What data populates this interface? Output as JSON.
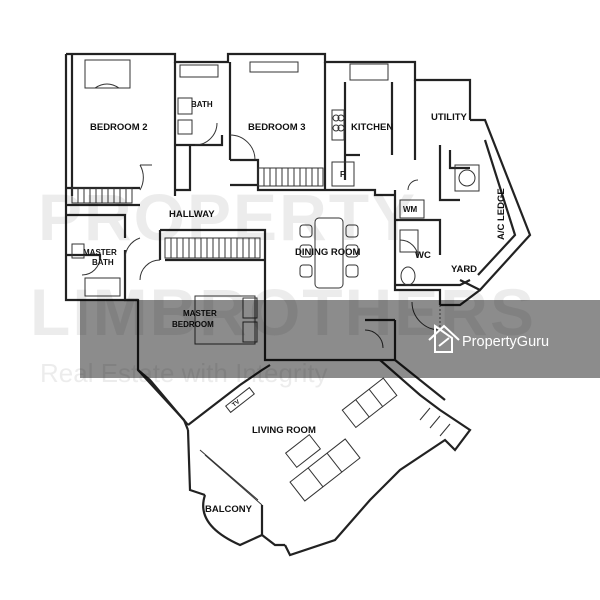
{
  "rooms": {
    "bedroom2": "BEDROOM 2",
    "bath": "BATH",
    "bedroom3": "BEDROOM 3",
    "kitchen": "KITCHEN",
    "utility": "UTILITY",
    "hallway": "HALLWAY",
    "dining_room": "DINING ROOM",
    "master_bath_line1": "MASTER",
    "master_bath_line2": "BATH",
    "master_bedroom_line1": "MASTER",
    "master_bedroom_line2": "BEDROOM",
    "wc": "WC",
    "yard": "YARD",
    "ac_ledge": "A/C LEDGE",
    "living_room": "LIVING ROOM",
    "balcony": "BALCONY"
  },
  "fixtures": {
    "washing_machine": "WM",
    "fridge": "F",
    "tv": "TV"
  },
  "watermark": {
    "line1": "PROPERTY",
    "line2": "LIMBROTHERS",
    "line3": "Real Estate with Integrity",
    "brand": "PropertyGuru"
  },
  "icons": {
    "brand_logo": "propertyguru-logo-icon"
  }
}
